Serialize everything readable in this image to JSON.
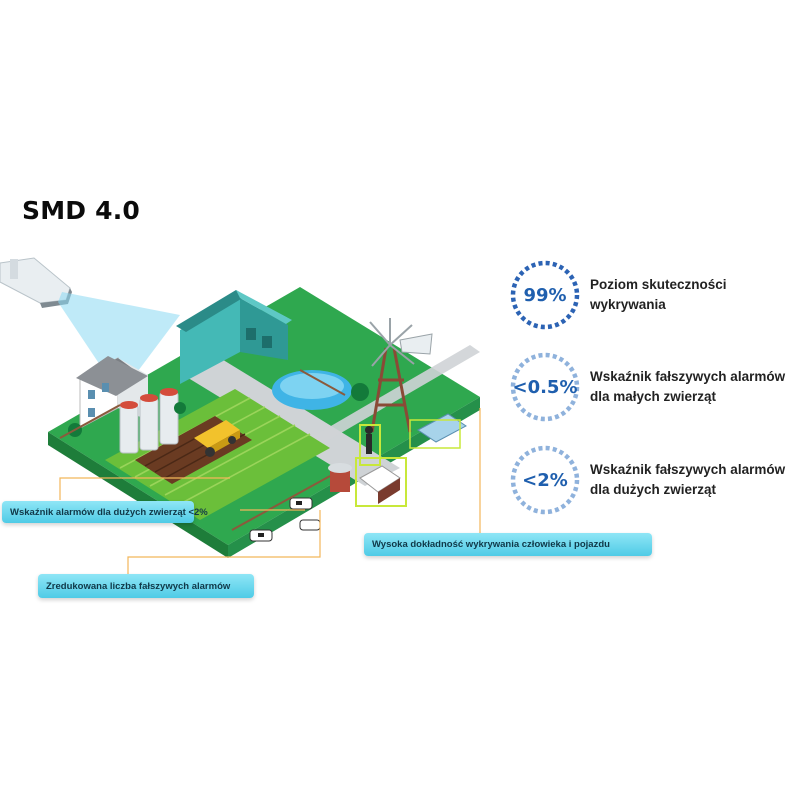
{
  "title": "SMD 4.0",
  "stats": [
    {
      "value": "99%",
      "label": "Poziom skuteczności wykrywania",
      "ring_color": "#2c63b4"
    },
    {
      "value": "<0.5%",
      "label": "Wskaźnik fałszywych alarmów\ndla małych zwierząt",
      "ring_color": "#8fb2dc"
    },
    {
      "value": "<2%",
      "label": "Wskaźnik fałszywych alarmów\ndla dużych zwierząt",
      "ring_color": "#8fb2dc"
    }
  ],
  "callouts": {
    "large_animals": "Wskaźnik alarmów dla dużych zwierząt <2%",
    "reduced_false_alarms": "Zredukowana liczba fałszywych alarmów",
    "human_vehicle": "Wysoka dokładność wykrywania człowieka i pojazdu"
  },
  "colors": {
    "callout": "#4fcbe6",
    "connector": "#f2b65a",
    "detection_box": "#c8e83a",
    "grass": "#2fa84f",
    "road": "#cfd3d6"
  },
  "icons": [
    "camera-icon",
    "barn-icon",
    "house-icon",
    "windmill-icon",
    "cow-icon",
    "tractor-icon"
  ]
}
